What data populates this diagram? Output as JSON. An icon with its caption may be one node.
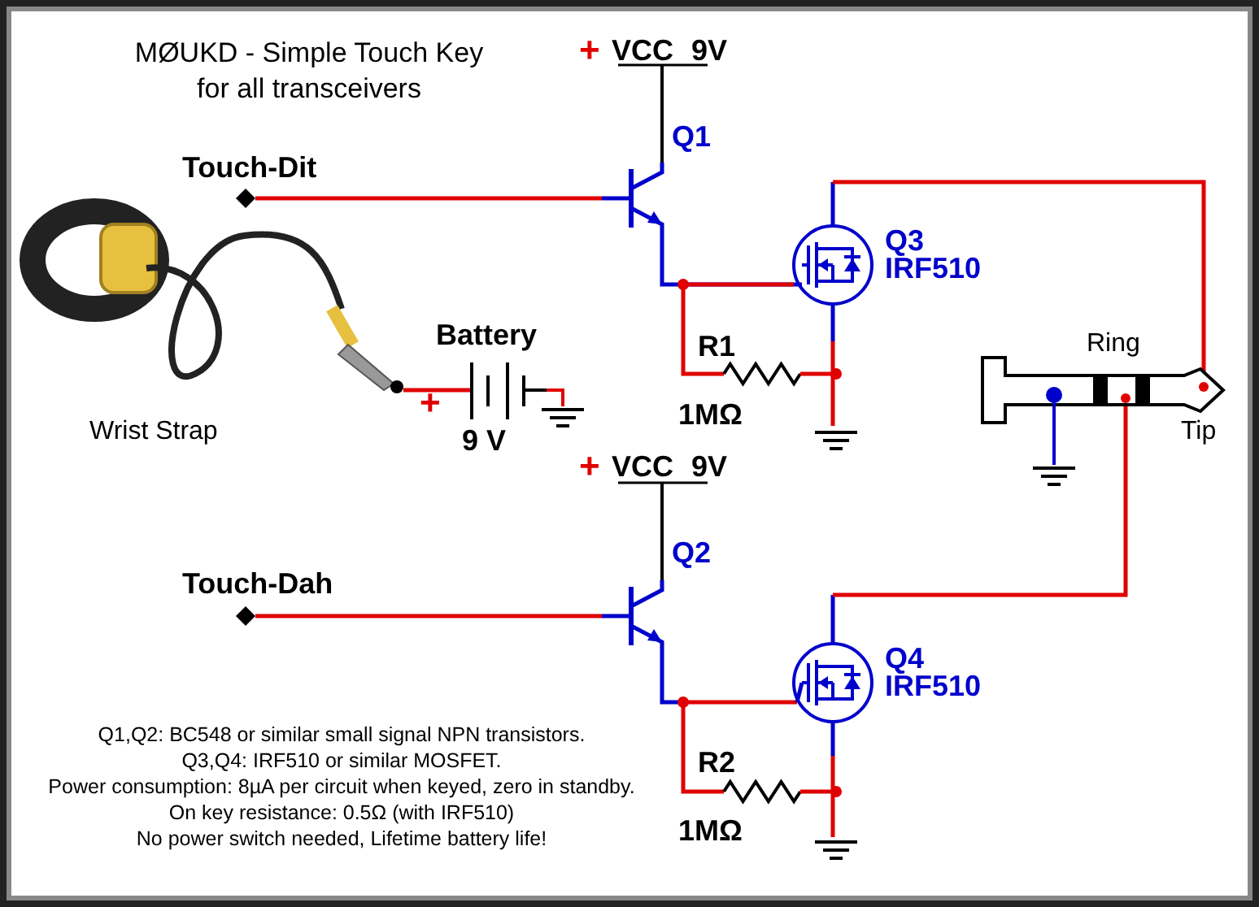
{
  "diagram": {
    "title": "MØUKD - Simple Touch Key for all transceivers",
    "labels": [
      "+",
      "VCC 9V",
      "Q1",
      "Touch-Dit",
      "Q3",
      "IRF510",
      "Battery",
      "R1",
      "Ring",
      "+",
      "1MΩ",
      "Wrist Strap",
      "9 V",
      "Tip",
      "+",
      "VCC 9V",
      "Q2",
      "Touch-Dah",
      "Q4",
      "IRF510",
      "R2",
      "Q1,Q2: BC548 or similar small signal NPN transistors.",
      "Q3,Q4: IRF510 or similar MOSFET.",
      "Power consumption: 8µA per circuit when keyed, zero in standby.",
      "On key resistance: 0.5Ω (with IRF510)",
      "No power switch needed, Lifetime battery life!",
      "1MΩ"
    ]
  }
}
